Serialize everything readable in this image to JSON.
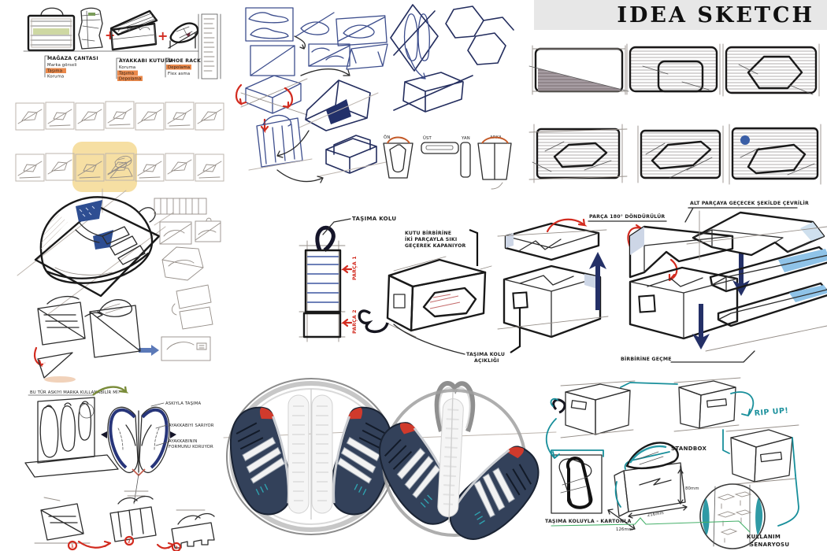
{
  "header": {
    "title": "IDEA SKETCH"
  },
  "colors": {
    "highlight": "#f6dfa3",
    "plus_red": "#d22b1f",
    "panel_gray": "#a79da3",
    "panel_red": "#c64a24",
    "panel_green": "#8da14c",
    "panel_blue": "#1c3e85",
    "teal": "#188f9b",
    "green_line": "#46b06a",
    "navy_box": "#1d2f66",
    "navy_box_dark": "#131c3f"
  },
  "top_left": {
    "plus": "+",
    "blocks": [
      {
        "title": "MAĞAZA ÇANTASI",
        "lines": [
          "Marka görseli",
          "Taşıma",
          "Koruma"
        ]
      },
      {
        "title": "AYAKKABI KUTUSU",
        "lines": [
          "Koruma",
          "Taşıma",
          "Depolama"
        ]
      },
      {
        "title": "SHOE RACK",
        "lines": [
          "Depolama",
          "Flex asma"
        ]
      }
    ]
  },
  "ortho": {
    "front": "ÖN",
    "top": "ÜST",
    "side": "YAN",
    "back": "ARKA"
  },
  "handle_box": {
    "handle": "TAŞIMA KOLU",
    "part1": "PARÇA 1",
    "part2": "PARÇA 2",
    "close1": "KUTU BİRBİRİNE",
    "close2": "İKİ PARÇAYLA SIKI",
    "close3": "GEÇEREK KAPANIYOR",
    "open1": "TAŞIMA KOLU",
    "open2": "AÇIKLIĞI"
  },
  "assembly": {
    "rotate": "PARÇA 180° DÖNDÜRÜLÜR",
    "fit": "ALT PARÇAYA GEÇECEK ŞEKİLDE ÇEVRİLİR",
    "interlock": "BİRBİRİNE GEÇME"
  },
  "carrier": {
    "question": "BU TÜR ASKIYI MARKA KULLANABİLİR Mİ?",
    "carry": "ASKIYLA TAŞIMA",
    "wrap": "AYAKKABIYI SARIYOR",
    "form1": "AYAKKABININ",
    "form2": "FORMUNU KORUYOR",
    "steps": [
      "1",
      "2",
      "3"
    ]
  },
  "scenario": {
    "rip": "RIP UP!",
    "standbox": "STANDBOX",
    "carry": "TAŞIMA KOLUYLA - KARTONLA",
    "usage1": "KULLANIM",
    "usage2": "SENARYOSU",
    "dim_w": "216mm",
    "dim_d": "126mm",
    "dim_h": "80mm"
  }
}
